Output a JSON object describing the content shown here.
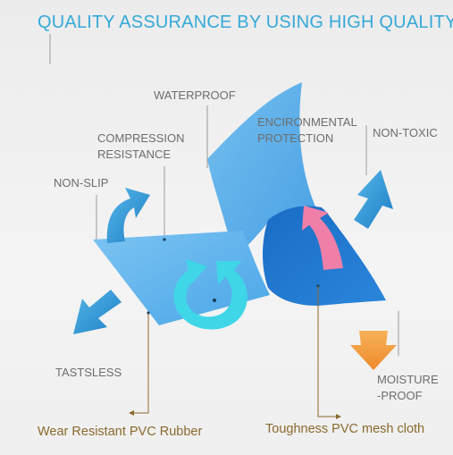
{
  "title": "QUALITY ASSURANCE BY USING HIGH QUALITY",
  "features": {
    "waterproof": "WATERPROOF",
    "compression": "COMPRESSION\nRESISTANCE",
    "non_slip": "NON-SLIP",
    "environmental": "ENCIRONMENTAL\nPROTECTION",
    "non_toxic": "NON-TOXIC",
    "tasteless": "TASTSLESS",
    "moisture": "MOISTURE\n-PROOF"
  },
  "materials": {
    "rubber": "Wear Resistant PVC Rubber",
    "mesh": "Toughness PVC mesh cloth"
  },
  "colors": {
    "title": "#35a9d8",
    "sheet_light": "#5fb3ee",
    "sheet_dark": "#1f78d1",
    "arrow_blue": "#2a8fd0",
    "arrow_cyan": "#3fd6e8",
    "arrow_pink": "#ef7fa8",
    "arrow_orange": "#f29a3a",
    "label_brown": "#8a6a2e"
  }
}
